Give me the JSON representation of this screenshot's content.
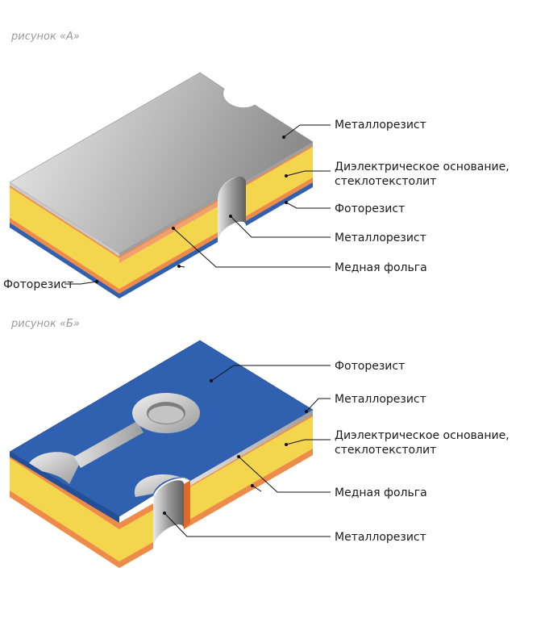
{
  "figure_a": {
    "title": "рисунок «А»",
    "labels": {
      "metalloresist_top": "Металлорезист",
      "dielectric_line1": "Диэлектрическое основание,",
      "dielectric_line2": "стеклотекстолит",
      "photoresist_right": "Фоторезист",
      "metalloresist_hole": "Металлорезист",
      "copper_foil": "Медная фольга",
      "photoresist_left": "Фоторезист"
    }
  },
  "figure_b": {
    "title": "рисунок «Б»",
    "labels": {
      "photoresist": "Фоторезист",
      "metalloresist_top": "Металлорезист",
      "dielectric_line1": "Диэлектрическое основание,",
      "dielectric_line2": "стеклотекстолит",
      "copper_foil": "Медная фольга",
      "metalloresist_hole": "Металлорезист"
    }
  },
  "colors": {
    "metal_light": "#e6e6e6",
    "metal_dark": "#8c8c8c",
    "dielectric": "#f3d54e",
    "copper": "#e06a2a",
    "copper_light": "#f1a071",
    "photoresist": "#2f61b0"
  }
}
